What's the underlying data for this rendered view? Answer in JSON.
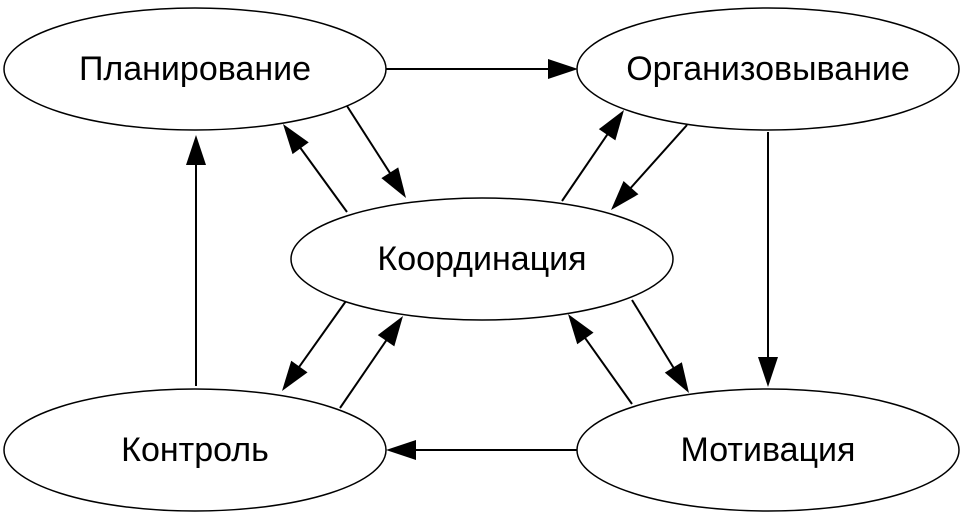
{
  "diagram": {
    "nodes": {
      "planning": "Планирование",
      "organizing": "Организовывание",
      "coordination": "Координация",
      "control": "Контроль",
      "motivation": "Мотивация"
    },
    "edges": [
      {
        "from": "planning",
        "to": "organizing"
      },
      {
        "from": "planning",
        "to": "coordination"
      },
      {
        "from": "coordination",
        "to": "planning"
      },
      {
        "from": "organizing",
        "to": "coordination"
      },
      {
        "from": "coordination",
        "to": "organizing"
      },
      {
        "from": "organizing",
        "to": "motivation"
      },
      {
        "from": "coordination",
        "to": "motivation"
      },
      {
        "from": "motivation",
        "to": "coordination"
      },
      {
        "from": "coordination",
        "to": "control"
      },
      {
        "from": "control",
        "to": "coordination"
      },
      {
        "from": "motivation",
        "to": "control"
      },
      {
        "from": "control",
        "to": "planning"
      }
    ]
  }
}
